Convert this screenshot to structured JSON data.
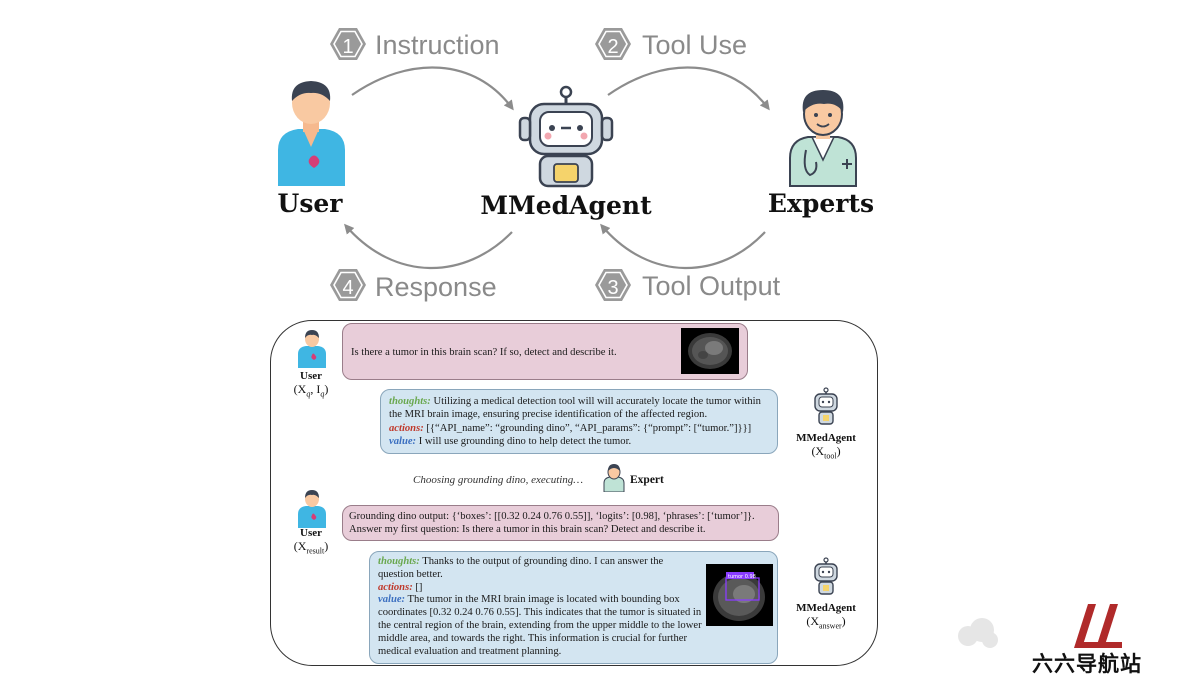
{
  "diagram": {
    "steps": [
      {
        "num": "1",
        "label": "Instruction"
      },
      {
        "num": "2",
        "label": "Tool Use"
      },
      {
        "num": "3",
        "label": "Tool Output"
      },
      {
        "num": "4",
        "label": "Response"
      }
    ],
    "actors": {
      "user": "User",
      "agent": "MMedAgent",
      "experts": "Experts"
    },
    "colors": {
      "arrow": "#8c8c8c",
      "hexagon": "#9a9a9a",
      "pink_bubble": "#e8cdd9",
      "blue_bubble": "#d3e5f1",
      "thoughts": "#6aa84f",
      "actions": "#c0392b",
      "value": "#3b6fc0"
    }
  },
  "example": {
    "user_query": {
      "name": "User",
      "var": "(X",
      "var_sub": "q",
      "var_mid": ", I",
      "var_sub2": "q",
      "var_end": ")",
      "text": "Is there a tumor in this brain scan? If so, detect and describe it."
    },
    "tool_call": {
      "agent_name": "MMedAgent",
      "var": "(X",
      "var_sub": "tool",
      "var_end": ")",
      "thoughts_key": "thoughts:",
      "thoughts": "Utilizing a medical detection tool will will accurately locate the tumor within the MRI brain image, ensuring precise identification of the affected region.",
      "actions_key": "actions:",
      "actions": "[{“API_name”: “grounding dino”, “API_params”: {“prompt”: [“tumor.”]}}]",
      "value_key": "value:",
      "value": "I will use grounding dino to help detect the tumor."
    },
    "executing": {
      "text": "Choosing grounding dino, executing…",
      "expert_label": "Expert"
    },
    "tool_result": {
      "name": "User",
      "var": "(X",
      "var_sub": "result",
      "var_end": ")",
      "text_line1": "Grounding dino output: {‘boxes’: [[0.32 0.24 0.76 0.55]], ‘logits’: [0.98], ‘phrases’: [‘tumor’]}.",
      "text_line2": "Answer my first question: Is there a tumor in this brain scan? Detect and describe it."
    },
    "answer": {
      "agent_name": "MMedAgent",
      "var": "(X",
      "var_sub": "answer",
      "var_end": ")",
      "thoughts_key": "thoughts:",
      "thoughts": "Thanks to the output of grounding dino. I can answer the question better.",
      "actions_key": "actions:",
      "actions": "[]",
      "value_key": "value:",
      "value": "The tumor in the MRI brain image is located with bounding box coordinates [0.32 0.24 0.76 0.55]. This indicates that the tumor is situated in the central region of the brain, extending from the upper middle to the lower middle area, and towards the right. This information is crucial for further medical evaluation and treatment planning.",
      "box_label": "tumor 0.98"
    }
  },
  "watermark": {
    "text": "六六导航站"
  }
}
